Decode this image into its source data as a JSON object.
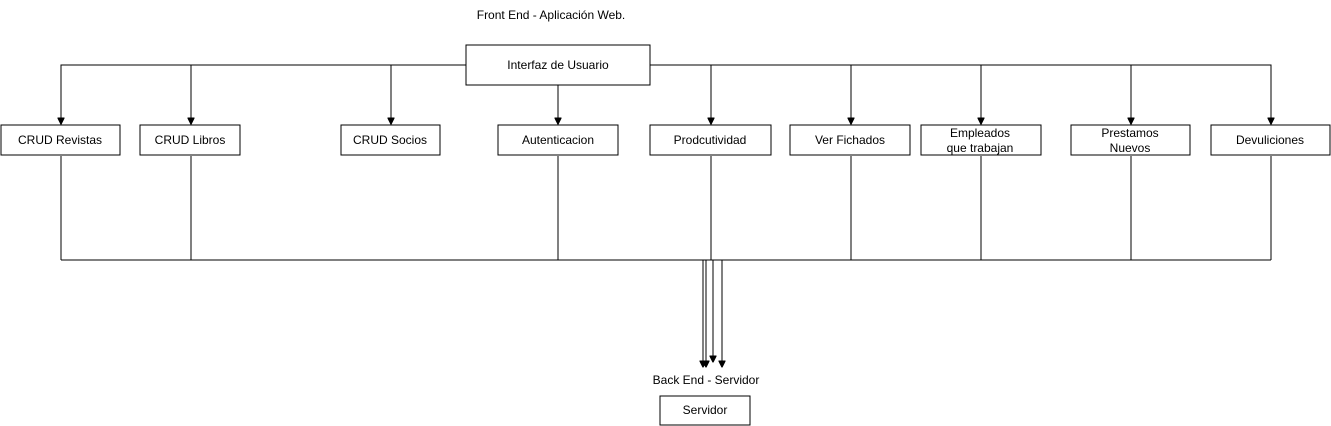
{
  "captions": {
    "frontend": "Front End - Aplicación Web.",
    "backend": "Back End - Servidor"
  },
  "nodes": {
    "interfaz": {
      "lines": [
        "Interfaz de Usuario"
      ]
    },
    "crud_revistas": {
      "lines": [
        "CRUD Revistas"
      ]
    },
    "crud_libros": {
      "lines": [
        "CRUD Libros"
      ]
    },
    "crud_socios": {
      "lines": [
        "CRUD Socios"
      ]
    },
    "autenticacion": {
      "lines": [
        "Autenticacion"
      ]
    },
    "productividad": {
      "lines": [
        "Prodcutividad"
      ]
    },
    "ver_fichados": {
      "lines": [
        "Ver Fichados"
      ]
    },
    "empleados": {
      "lines": [
        "Empleados",
        "que trabajan"
      ]
    },
    "prestamos": {
      "lines": [
        "Prestamos",
        "Nuevos"
      ]
    },
    "devoluciones": {
      "lines": [
        "Devuliciones"
      ]
    },
    "servidor": {
      "lines": [
        "Servidor"
      ]
    }
  },
  "colors": {
    "stroke": "#000000",
    "fill": "#ffffff",
    "text": "#000000"
  }
}
